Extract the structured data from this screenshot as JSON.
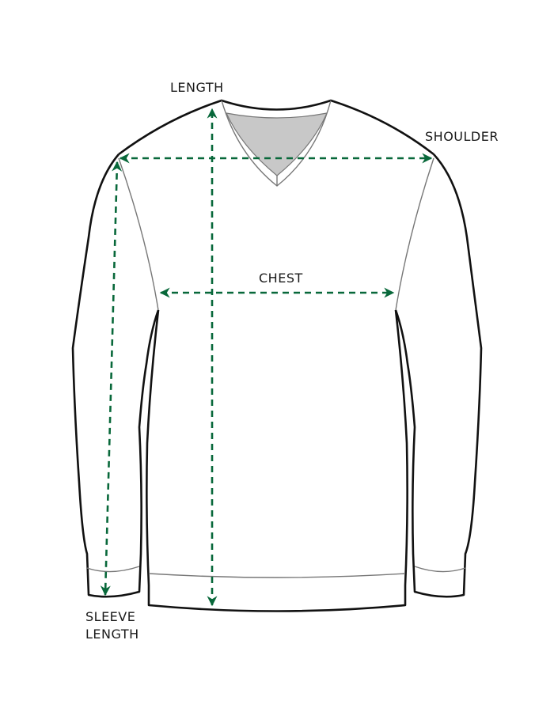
{
  "diagram": {
    "subject": "V-neck long sleeve sweater size guide",
    "arrow_color": "#08683a",
    "outline_color": "#111111",
    "seam_color": "#777777",
    "collar_fill": "#c8c8c8",
    "labels": {
      "length": "LENGTH",
      "shoulder": "SHOULDER",
      "chest": "CHEST",
      "sleeve_length_line1": "SLEEVE",
      "sleeve_length_line2": "LENGTH"
    },
    "measurements": [
      {
        "name": "length",
        "label": "LENGTH",
        "direction": "vertical"
      },
      {
        "name": "shoulder",
        "label": "SHOULDER",
        "direction": "horizontal"
      },
      {
        "name": "chest",
        "label": "CHEST",
        "direction": "horizontal"
      },
      {
        "name": "sleeve_length",
        "label": "SLEEVE LENGTH",
        "direction": "vertical"
      }
    ]
  }
}
